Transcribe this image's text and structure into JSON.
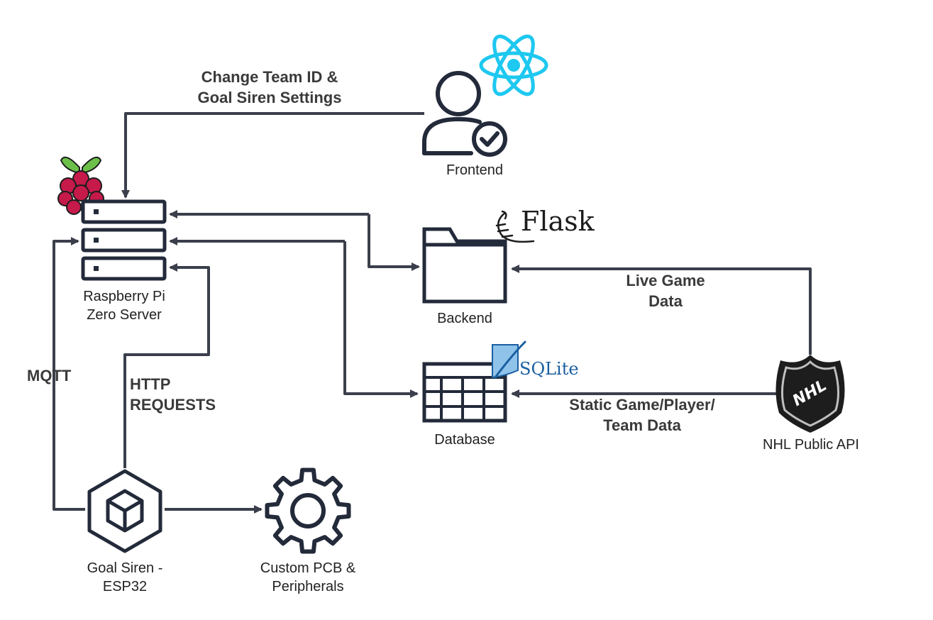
{
  "nodes": {
    "frontend": "Frontend",
    "backend": "Backend",
    "database": "Database",
    "server_line1": "Raspberry Pi",
    "server_line2": "Zero Server",
    "nhl_api": "NHL Public API",
    "siren_line1": "Goal Siren -",
    "siren_line2": "ESP32",
    "pcb_line1": "Custom PCB &",
    "pcb_line2": "Peripherals"
  },
  "edges": {
    "settings_line1": "Change Team ID &",
    "settings_line2": "Goal Siren Settings",
    "live_line1": "Live Game",
    "live_line2": "Data",
    "static_line1": "Static Game/Player/",
    "static_line2": "Team Data",
    "mqtt": "MQTT",
    "http_line1": "HTTP",
    "http_line2": "REQUESTS"
  },
  "logos": {
    "flask": "Flask",
    "sqlite": "SQLite",
    "nhl": "NHL"
  },
  "colors": {
    "line": "#3a3f4b",
    "icon": "#232a3a",
    "react": "#1ec8f0",
    "raspberry_red": "#c51a4a",
    "raspberry_leaf": "#6cc04a",
    "sqlite_blue": "#1a5fa0"
  }
}
